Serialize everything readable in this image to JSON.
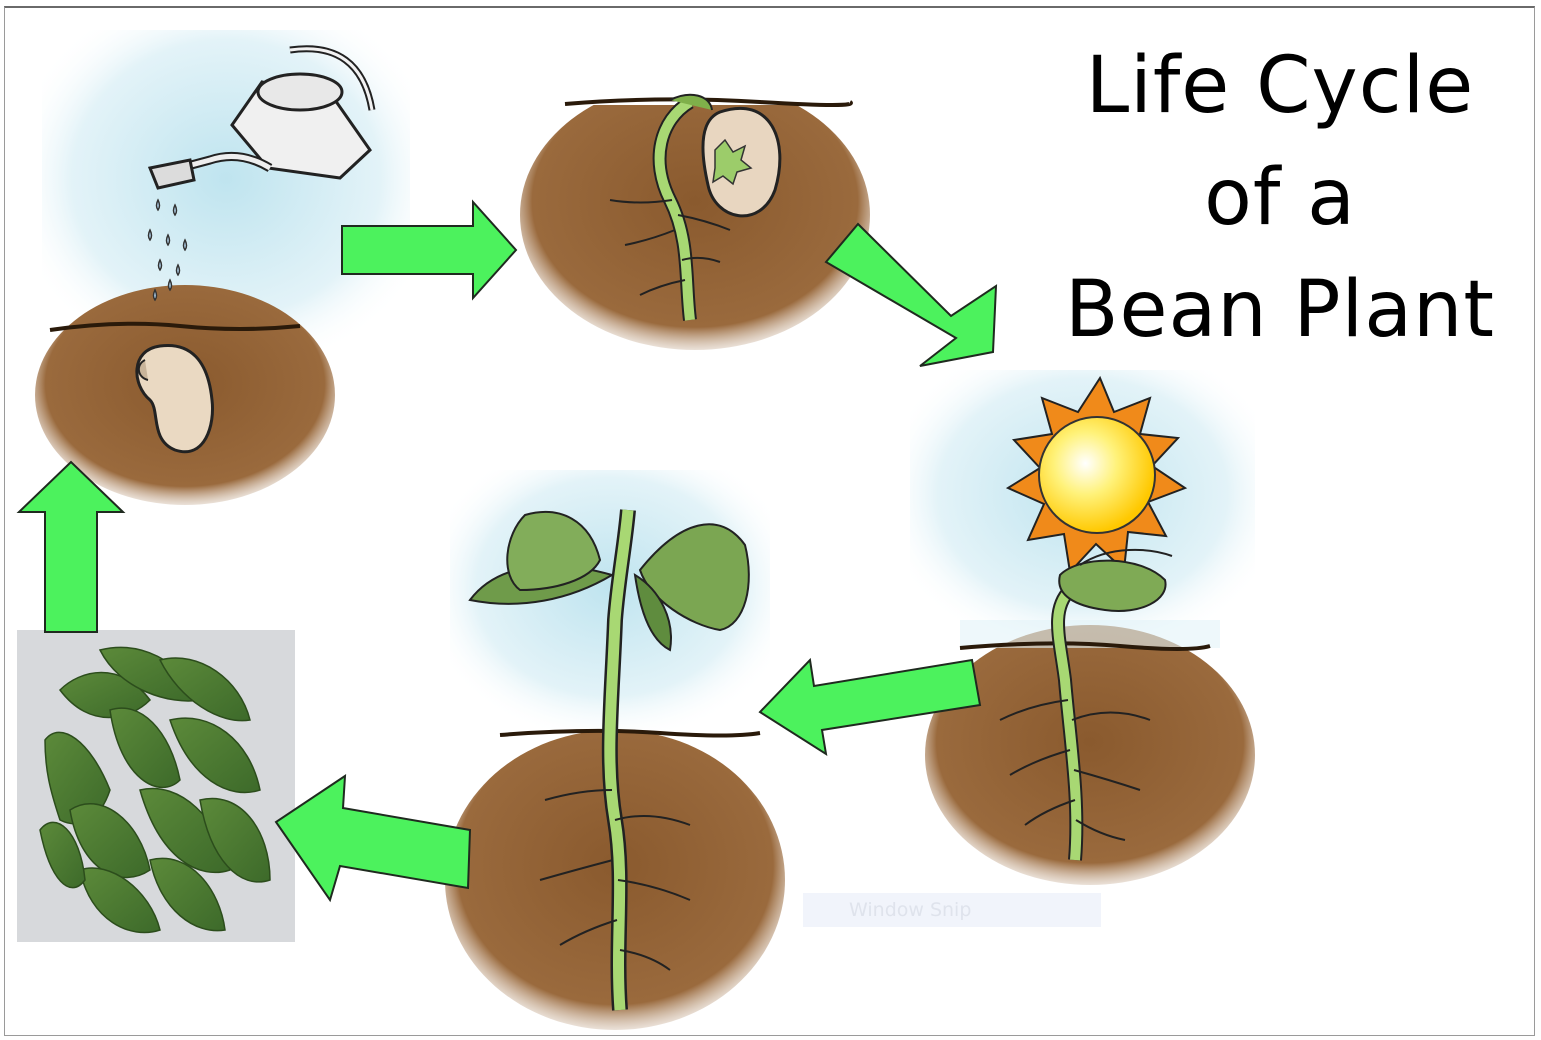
{
  "title": {
    "line1": "Life Cycle",
    "line2": "of a",
    "line3": "Bean Plant"
  },
  "stages": [
    "watering-seed",
    "germination",
    "sprout-in-sunlight",
    "young-plant",
    "bean-pods"
  ],
  "snip_overlay": {
    "label": "Window Snip"
  },
  "colors": {
    "arrow": "#4cf25d",
    "soil": "#8b5a2b",
    "sky": "#cdeaf2",
    "stem": "#a8d873",
    "seed": "#e8d8c2",
    "sun": "#ffd21a"
  }
}
